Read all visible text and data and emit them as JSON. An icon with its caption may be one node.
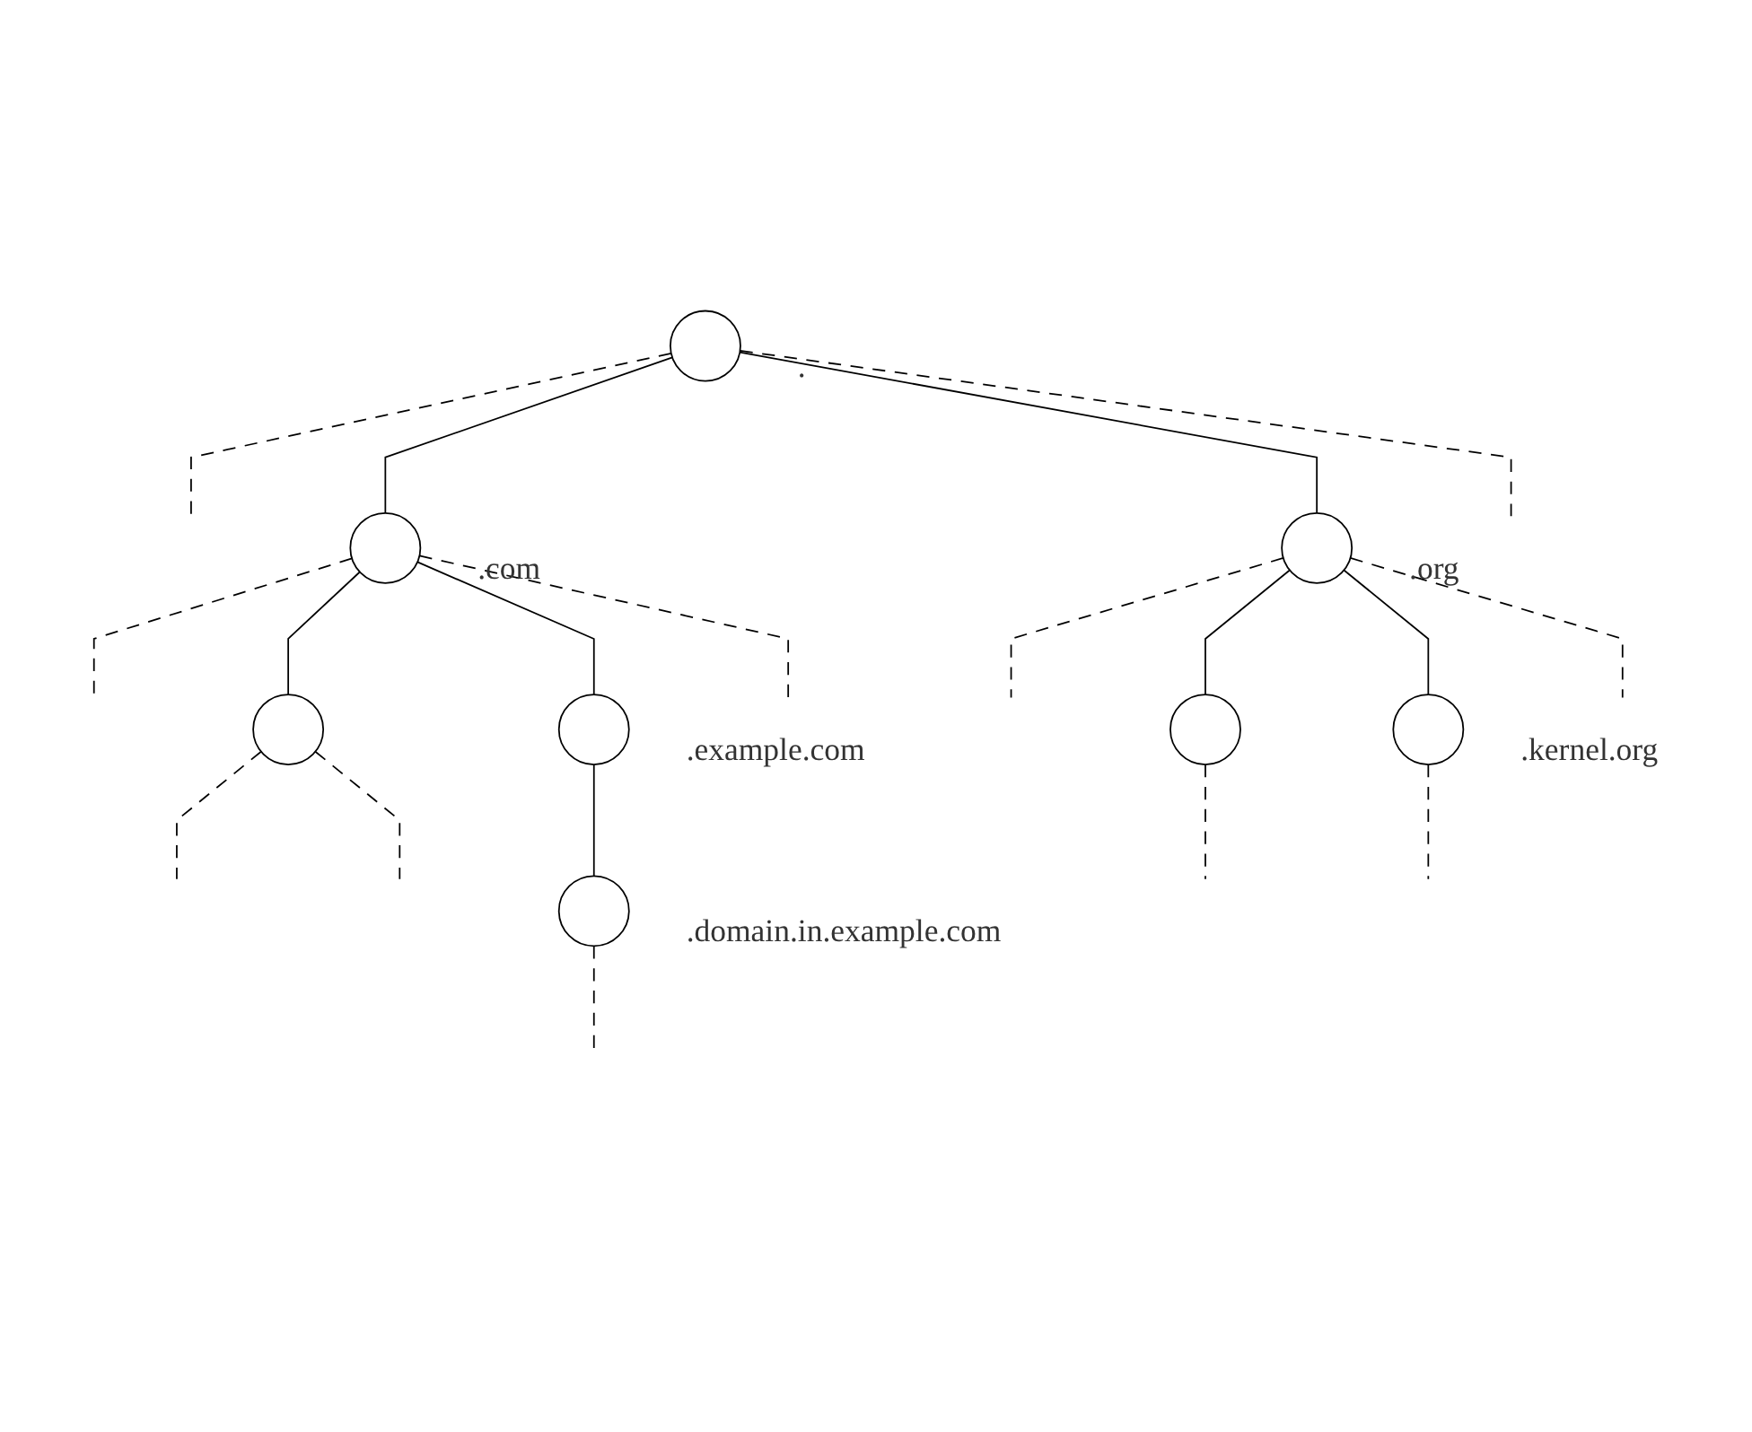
{
  "diagram": {
    "nodes": [
      {
        "text": [],
        "shape": "circle",
        "beside": [
          "."
        ]
      },
      {
        "text": [],
        "shape": "circle",
        "beside": [
          ".com"
        ]
      },
      {
        "text": [],
        "shape": "circle",
        "beside": [
          ".org"
        ]
      },
      {
        "text": [],
        "shape": "circle"
      },
      {
        "text": [],
        "shape": "circle",
        "beside": [
          ".example.com"
        ]
      },
      {
        "text": [],
        "shape": "circle"
      },
      {
        "text": [],
        "shape": "circle",
        "beside": [
          ".kernel.org"
        ]
      },
      {
        "text": [],
        "shape": "circle",
        "beside": [
          ".domain.in.example.com"
        ]
      }
    ],
    "edges": [
      {
        "from": 0,
        "to": null,
        "arrow": "none",
        "style": "dashed"
      },
      {
        "from": 0,
        "to": 1,
        "arrow": "none"
      },
      {
        "from": 0,
        "to": 2,
        "arrow": "none"
      },
      {
        "from": 0,
        "to": null,
        "arrow": "none",
        "style": "dashed"
      },
      {
        "from": 1,
        "to": null,
        "arrow": "none",
        "style": "dashed"
      },
      {
        "from": 1,
        "to": 3,
        "arrow": "none"
      },
      {
        "from": 1,
        "to": 4,
        "arrow": "none"
      },
      {
        "from": 1,
        "to": null,
        "arrow": "none",
        "style": "dashed"
      },
      {
        "from": 2,
        "to": null,
        "arrow": "none",
        "style": "dashed"
      },
      {
        "from": 2,
        "to": 5,
        "arrow": "none"
      },
      {
        "from": 2,
        "to": 6,
        "arrow": "none"
      },
      {
        "from": 2,
        "to": null,
        "arrow": "none",
        "style": "dashed"
      },
      {
        "from": 3,
        "to": null,
        "arrow": "none",
        "style": "dashed"
      },
      {
        "from": 3,
        "to": null,
        "arrow": "none",
        "style": "dashed"
      },
      {
        "from": 4,
        "to": 7,
        "arrow": "none"
      },
      {
        "from": 5,
        "to": null,
        "arrow": "none",
        "style": "dashed"
      },
      {
        "from": 6,
        "to": null,
        "arrow": "none",
        "style": "dashed"
      },
      {
        "from": 7,
        "to": null,
        "arrow": "none",
        "style": "dashed"
      }
    ]
  }
}
